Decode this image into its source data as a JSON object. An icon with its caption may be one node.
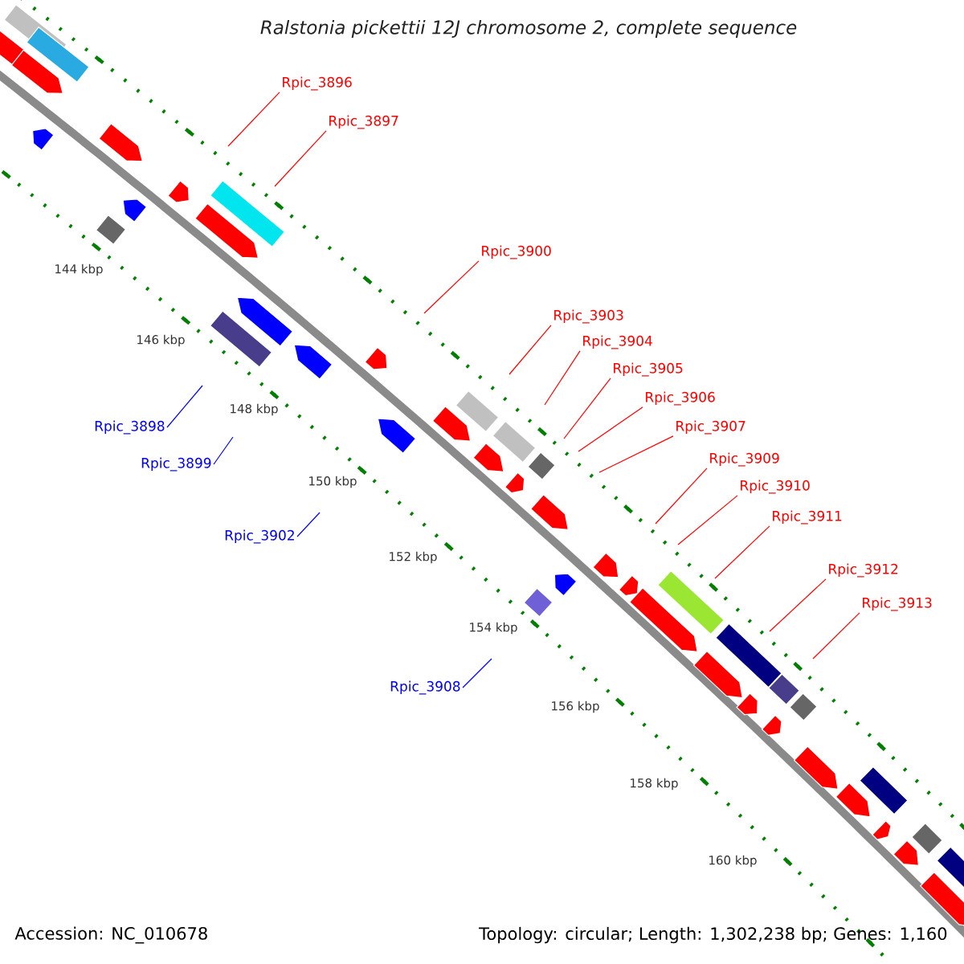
{
  "diagram": {
    "title": "Ralstonia pickettii 12J chromosome 2, complete sequence",
    "nodes": [
      {
        "text": [
          "Rpic_3896"
        ]
      },
      {
        "text": [
          "Rpic_3897"
        ]
      },
      {
        "text": [
          "Rpic_3900"
        ]
      },
      {
        "text": [
          "Rpic_3903"
        ]
      },
      {
        "text": [
          "Rpic_3904"
        ]
      },
      {
        "text": [
          "Rpic_3905"
        ]
      },
      {
        "text": [
          "Rpic_3906"
        ]
      },
      {
        "text": [
          "Rpic_3907"
        ]
      },
      {
        "text": [
          "Rpic_3898"
        ]
      },
      {
        "text": [
          "Rpic_3909"
        ]
      },
      {
        "text": [
          "Rpic_3899"
        ]
      },
      {
        "text": [
          "Rpic_3910"
        ]
      },
      {
        "text": [
          "Rpic_3911"
        ]
      },
      {
        "text": [
          "Rpic_3902"
        ]
      },
      {
        "text": [
          "Rpic_3912"
        ]
      },
      {
        "text": [
          "Rpic_3913"
        ]
      },
      {
        "text": [
          "Rpic_3908"
        ]
      }
    ],
    "edges": [
      {
        "from": 0,
        "to": null,
        "arrow": "none"
      },
      {
        "from": 1,
        "to": null,
        "arrow": "none"
      },
      {
        "from": 2,
        "to": null,
        "arrow": "none"
      },
      {
        "from": 3,
        "to": null,
        "arrow": "none"
      },
      {
        "from": 4,
        "to": null,
        "arrow": "none"
      },
      {
        "from": 5,
        "to": null,
        "arrow": "none"
      },
      {
        "from": 6,
        "to": null,
        "arrow": "none"
      },
      {
        "from": 7,
        "to": null,
        "arrow": "none"
      },
      {
        "from": 8,
        "to": null,
        "arrow": "none",
        "color": "#0000ff"
      },
      {
        "from": 9,
        "to": null,
        "arrow": "none"
      },
      {
        "from": 10,
        "to": null,
        "arrow": "none",
        "color": "#0000ff"
      },
      {
        "from": 11,
        "to": null,
        "arrow": "none"
      },
      {
        "from": 12,
        "to": null,
        "arrow": "none"
      },
      {
        "from": 13,
        "to": null,
        "arrow": "none",
        "color": "#0000ff"
      },
      {
        "from": 14,
        "to": null,
        "arrow": "none"
      },
      {
        "from": 15,
        "to": null,
        "arrow": "none"
      },
      {
        "from": 16,
        "to": null,
        "arrow": "none",
        "color": "#0000ff"
      }
    ],
    "labels": [
      "144 kbp",
      "146 kbp",
      "148 kbp",
      "150 kbp",
      "152 kbp",
      "154 kbp",
      "156 kbp",
      "158 kbp",
      "160 kbp",
      "Accession: NC_010678",
      "Topology: circular; Length: 1,302,238 bp; Genes: 1,160"
    ]
  }
}
